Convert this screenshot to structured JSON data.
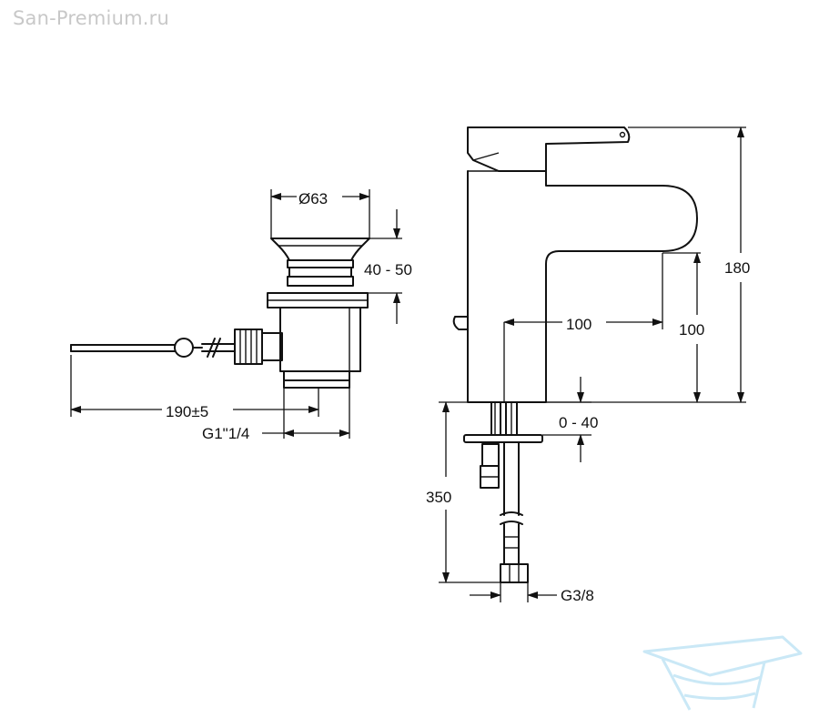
{
  "watermark": {
    "text": "San-Premium.ru",
    "logo_icon": "bathtub-logo-icon",
    "logo_color": "#9fd6f0"
  },
  "drain": {
    "diameter": "Ø63",
    "height_range": "40 - 50",
    "rod_length": "190±5",
    "thread": "G1\"1/4"
  },
  "faucet": {
    "height": "180",
    "spout_reach": "100",
    "spout_height": "100",
    "deck_thickness": "0 - 40",
    "hose_length": "350",
    "hose_thread": "G3/8"
  }
}
